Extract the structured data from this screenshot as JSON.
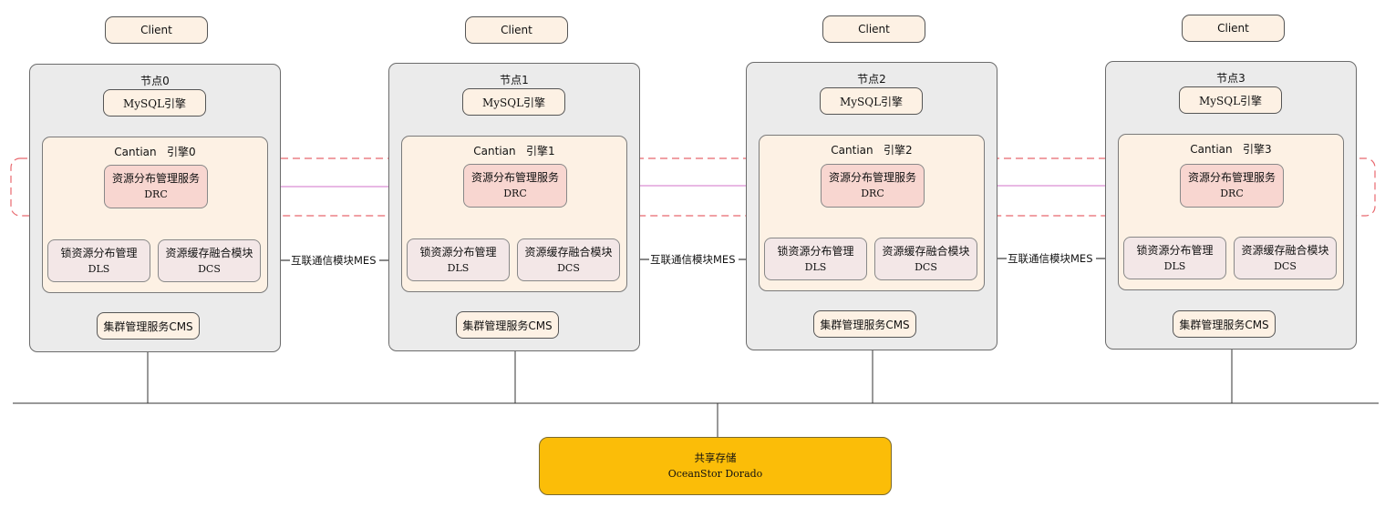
{
  "nodes": [
    {
      "client": "Client",
      "label": "节点0",
      "mysql": "MySQL引擎",
      "engine": "Cantian   引擎0",
      "drc_name": "资源分布管理服务",
      "drc_abbr": "DRC",
      "dls_name": "锁资源分布管理",
      "dls_abbr": "DLS",
      "dcs_name": "资源缓存融合模块",
      "dcs_abbr": "DCS",
      "cms": "集群管理服务CMS"
    },
    {
      "client": "Client",
      "label": "节点1",
      "mysql": "MySQL引擎",
      "engine": "Cantian   引擎1",
      "drc_name": "资源分布管理服务",
      "drc_abbr": "DRC",
      "dls_name": "锁资源分布管理",
      "dls_abbr": "DLS",
      "dcs_name": "资源缓存融合模块",
      "dcs_abbr": "DCS",
      "cms": "集群管理服务CMS"
    },
    {
      "client": "Client",
      "label": "节点2",
      "mysql": "MySQL引擎",
      "engine": "Cantian   引擎2",
      "drc_name": "资源分布管理服务",
      "drc_abbr": "DRC",
      "dls_name": "锁资源分布管理",
      "dls_abbr": "DLS",
      "dcs_name": "资源缓存融合模块",
      "dcs_abbr": "DCS",
      "cms": "集群管理服务CMS"
    },
    {
      "client": "Client",
      "label": "节点3",
      "mysql": "MySQL引擎",
      "engine": "Cantian   引擎3",
      "drc_name": "资源分布管理服务",
      "drc_abbr": "DRC",
      "dls_name": "锁资源分布管理",
      "dls_abbr": "DLS",
      "dcs_name": "资源缓存融合模块",
      "dcs_abbr": "DCS",
      "cms": "集群管理服务CMS"
    }
  ],
  "mes_labels": [
    "互联通信模块MES",
    "互联通信模块MES",
    "互联通信模块MES"
  ],
  "storage": {
    "name": "共享存储",
    "product": "OceanStor Dorado"
  },
  "colors": {
    "node_bg": "#ebebeb",
    "engine_bg": "#fdf1e4",
    "drc_bg": "#f8d6d0",
    "sub_bg": "#f3e7e7",
    "storage_bg": "#fbbd08",
    "drc_link": "#d070c8",
    "drc_region_border": "#e8686e"
  }
}
